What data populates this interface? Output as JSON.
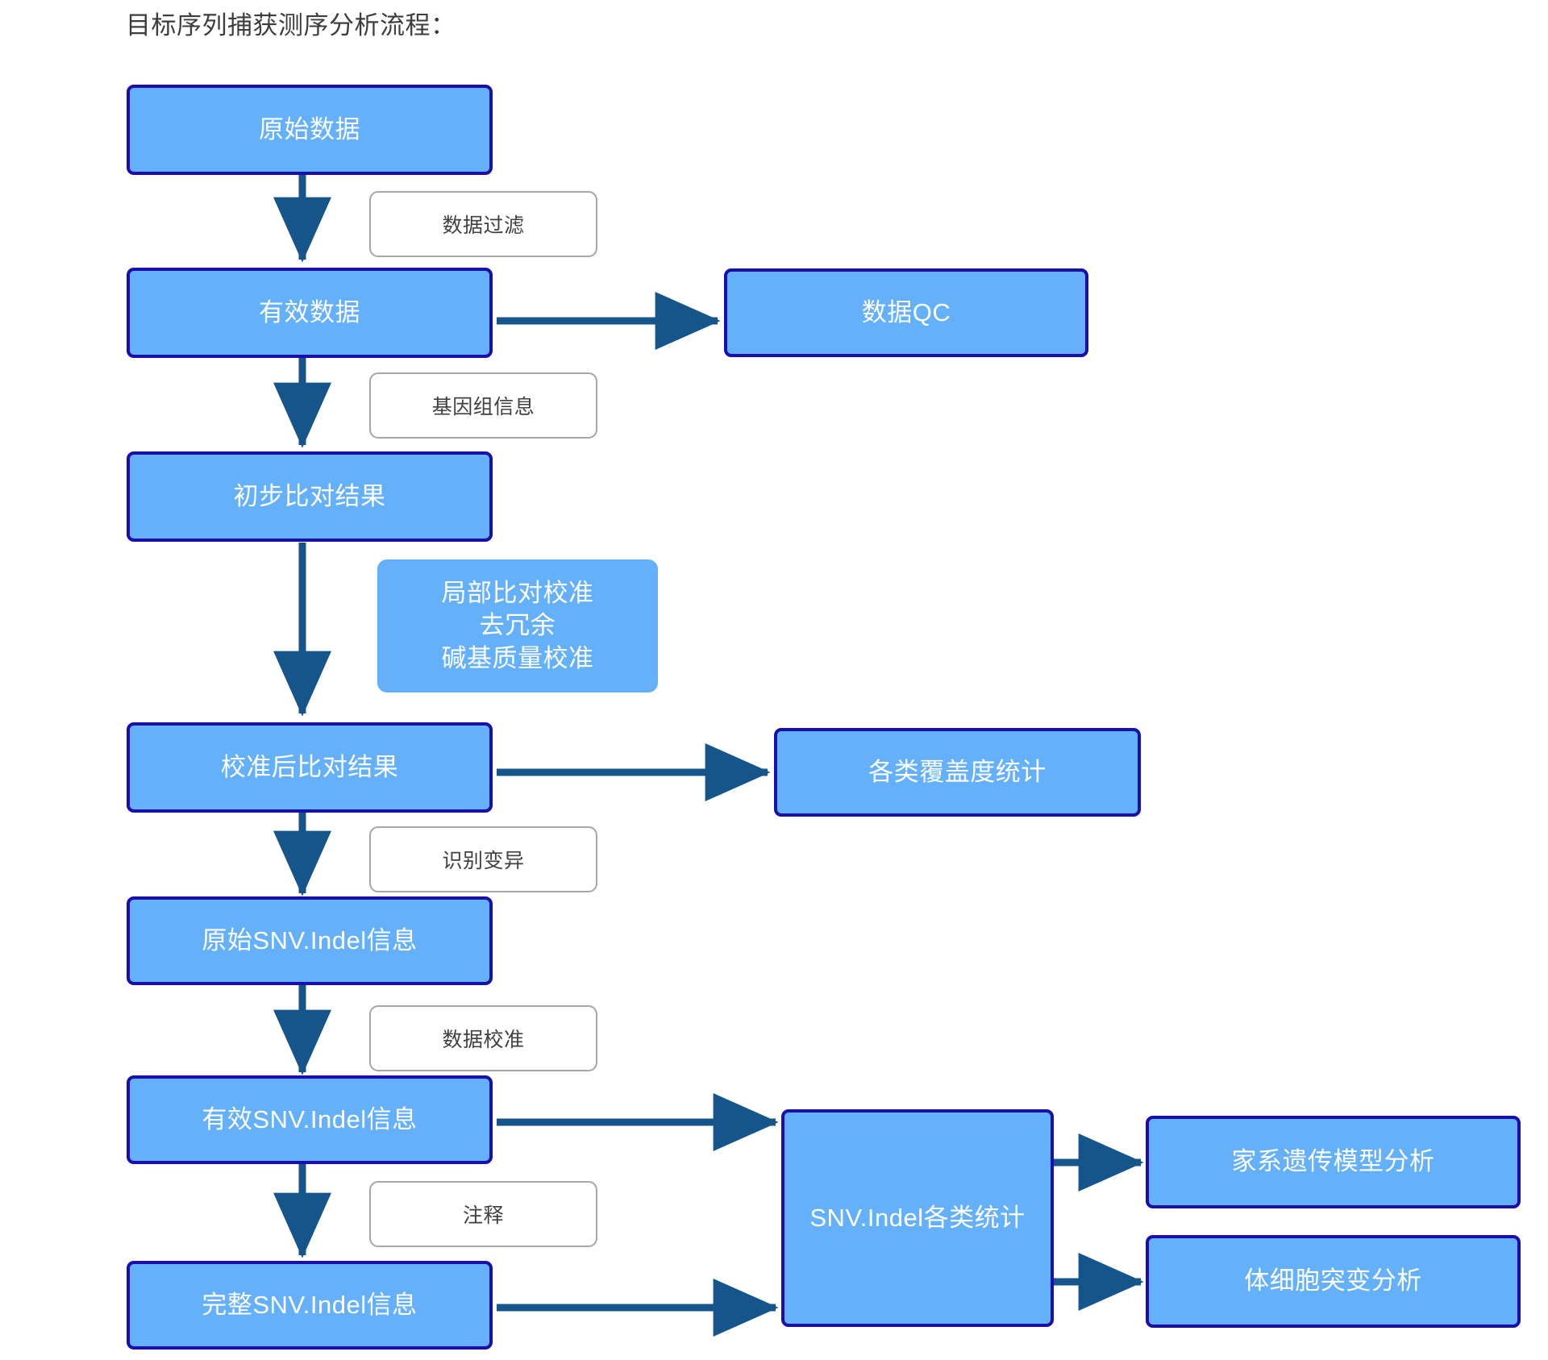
{
  "diagram": {
    "title": "目标序列捕获测序分析流程：",
    "colors": {
      "node_fill": "#64b0fb",
      "node_border": "#1a0fa8",
      "node_text": "#ffffff",
      "chip_fill": "#ffffff",
      "chip_border": "#a6a6a6",
      "chip_text": "#404040",
      "arrow": "#15558c",
      "background": "#ffffff"
    },
    "nodes": [
      {
        "id": "raw_data",
        "label": "原始数据"
      },
      {
        "id": "valid_data",
        "label": "有效数据"
      },
      {
        "id": "data_qc",
        "label": "数据QC"
      },
      {
        "id": "prelim_align",
        "label": "初步比对结果"
      },
      {
        "id": "realign_box",
        "label": "局部比对校准\n去冗余\n碱基质量校准"
      },
      {
        "id": "calibrated_align",
        "label": "校准后比对结果"
      },
      {
        "id": "coverage_stats",
        "label": "各类覆盖度统计"
      },
      {
        "id": "raw_snv",
        "label": "原始SNV.Indel信息"
      },
      {
        "id": "valid_snv",
        "label": "有效SNV.Indel信息"
      },
      {
        "id": "full_snv",
        "label": "完整SNV.Indel信息"
      },
      {
        "id": "snv_stats",
        "label": "SNV.Indel各类统计"
      },
      {
        "id": "pedigree",
        "label": "家系遗传模型分析"
      },
      {
        "id": "somatic",
        "label": "体细胞突变分析"
      }
    ],
    "edge_labels": [
      {
        "id": "filter",
        "label": "数据过滤"
      },
      {
        "id": "genome_info",
        "label": "基因组信息"
      },
      {
        "id": "call_var",
        "label": "识别变异"
      },
      {
        "id": "recal",
        "label": "数据校准"
      },
      {
        "id": "annotate",
        "label": "注释"
      }
    ],
    "edges": [
      {
        "from": "raw_data",
        "to": "valid_data",
        "label": "数据过滤",
        "dir": "down"
      },
      {
        "from": "valid_data",
        "to": "data_qc",
        "label": "",
        "dir": "right"
      },
      {
        "from": "valid_data",
        "to": "prelim_align",
        "label": "基因组信息",
        "dir": "down"
      },
      {
        "from": "prelim_align",
        "to": "calibrated_align",
        "label": "",
        "dir": "down"
      },
      {
        "from": "calibrated_align",
        "to": "coverage_stats",
        "label": "",
        "dir": "right"
      },
      {
        "from": "calibrated_align",
        "to": "raw_snv",
        "label": "识别变异",
        "dir": "down"
      },
      {
        "from": "raw_snv",
        "to": "valid_snv",
        "label": "数据校准",
        "dir": "down"
      },
      {
        "from": "valid_snv",
        "to": "snv_stats",
        "label": "",
        "dir": "right"
      },
      {
        "from": "valid_snv",
        "to": "full_snv",
        "label": "注释",
        "dir": "down"
      },
      {
        "from": "full_snv",
        "to": "snv_stats",
        "label": "",
        "dir": "right"
      },
      {
        "from": "snv_stats",
        "to": "pedigree",
        "label": "",
        "dir": "right"
      },
      {
        "from": "snv_stats",
        "to": "somatic",
        "label": "",
        "dir": "right"
      }
    ]
  }
}
